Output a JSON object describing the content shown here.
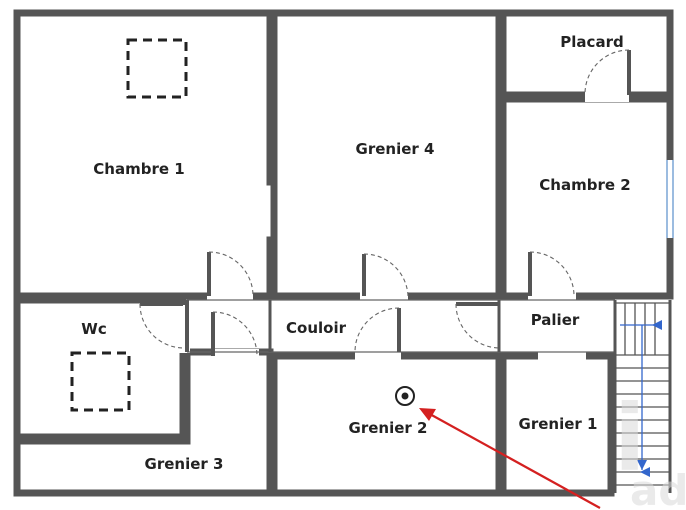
{
  "rooms": {
    "chambre1": "Chambre 1",
    "grenier4": "Grenier 4",
    "placard": "Placard",
    "chambre2": "Chambre 2",
    "wc": "Wc",
    "couloir": "Couloir",
    "palier": "Palier",
    "grenier2": "Grenier 2",
    "grenier1": "Grenier 1",
    "grenier3": "Grenier 3"
  },
  "colors": {
    "wall": "#555555",
    "arrow": "#d42020",
    "stair_arrow": "#3366cc",
    "window": "#7aa6d6",
    "watermark": "#d9d9d9"
  },
  "icons": {
    "marker": "location-target-icon",
    "pointer": "red-arrow-icon",
    "trapdoor": "dashed-square-icon",
    "logo": "watermark-logo-icon"
  }
}
